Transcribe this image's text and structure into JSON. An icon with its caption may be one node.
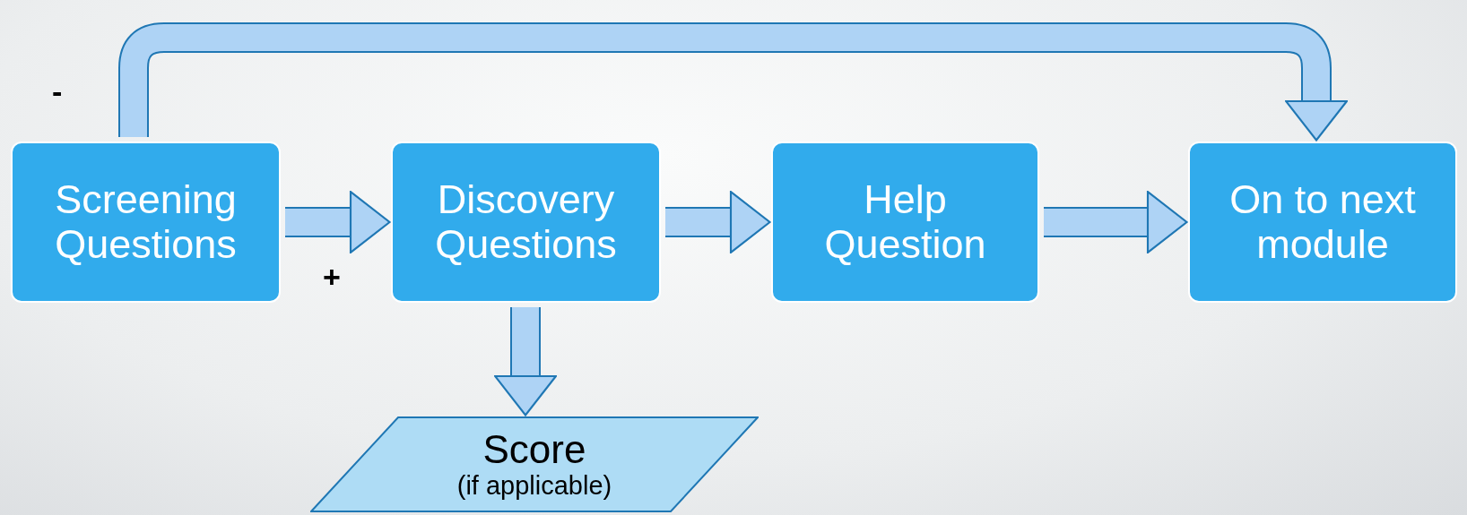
{
  "diagram": {
    "nodes": [
      {
        "text": [
          "Screening Questions"
        ]
      },
      {
        "text": [
          "Discovery Questions"
        ]
      },
      {
        "text": [
          "Help Question"
        ]
      },
      {
        "text": [
          "On to next module"
        ]
      },
      {
        "text": [
          "Score",
          "(if applicable)"
        ]
      }
    ],
    "edges": [
      {
        "from": 0,
        "to": 1,
        "arrow": "to",
        "label": "+"
      },
      {
        "from": 1,
        "to": 2,
        "arrow": "to"
      },
      {
        "from": 2,
        "to": 3,
        "arrow": "to"
      },
      {
        "from": 1,
        "to": 4,
        "arrow": "to"
      },
      {
        "from": 0,
        "to": 3,
        "arrow": "to",
        "label": "-"
      }
    ]
  }
}
